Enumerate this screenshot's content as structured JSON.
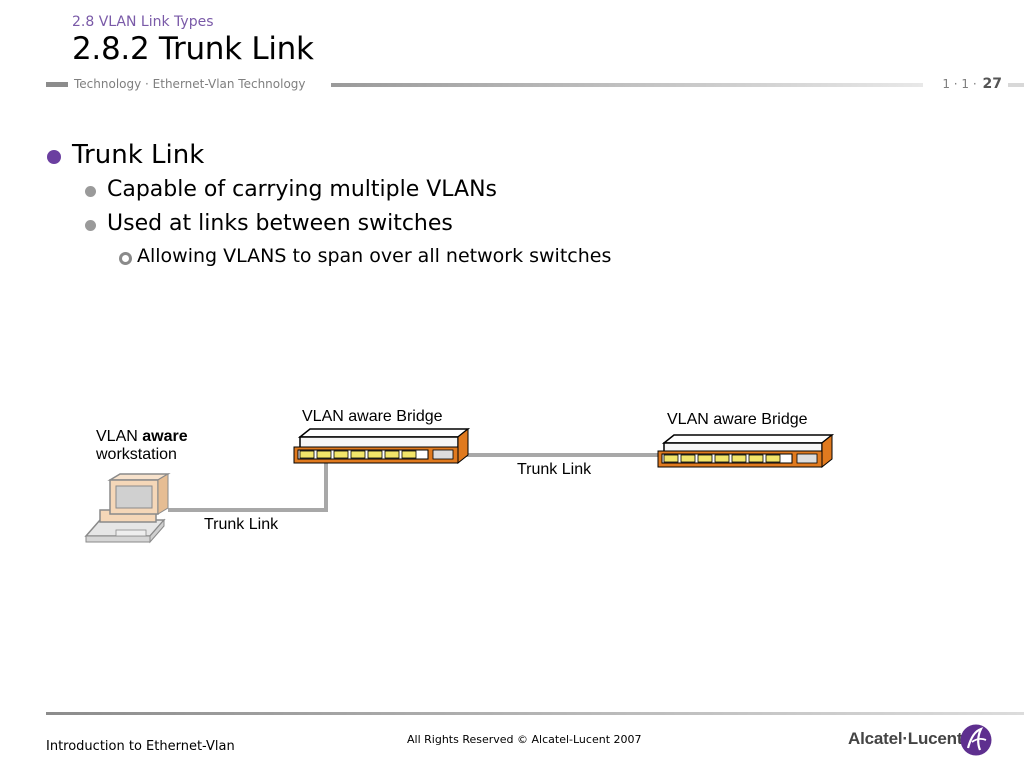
{
  "header": {
    "section": "2.8 VLAN Link Types",
    "title": "2.8.2 Trunk Link",
    "breadcrumb": "Technology · Ethernet-Vlan Technology",
    "page_prefix": "1 · 1 ·",
    "page_number": "27"
  },
  "bullets": {
    "level1": "Trunk Link",
    "level2": [
      "Capable of carrying multiple VLANs",
      "Used at links between switches"
    ],
    "level3": "Allowing VLANS to span over all network switches"
  },
  "diagram": {
    "workstation_label_prefix": "VLAN",
    "workstation_label_bold": "aware",
    "workstation_label_line2": "workstation",
    "bridge_left_label": "VLAN aware Bridge",
    "bridge_right_label": "VLAN aware Bridge",
    "trunk_link_left": "Trunk Link",
    "trunk_link_right": "Trunk Link"
  },
  "footer": {
    "left": "Introduction to Ethernet-Vlan",
    "center": "All Rights Reserved © Alcatel-Lucent 2007",
    "logo": "Alcatel·Lucent"
  },
  "colors": {
    "accent_purple": "#6b3fa0",
    "switch_orange": "#e07a1f",
    "port_yellow": "#f2e56a",
    "link_gray": "#a8a8a8"
  }
}
